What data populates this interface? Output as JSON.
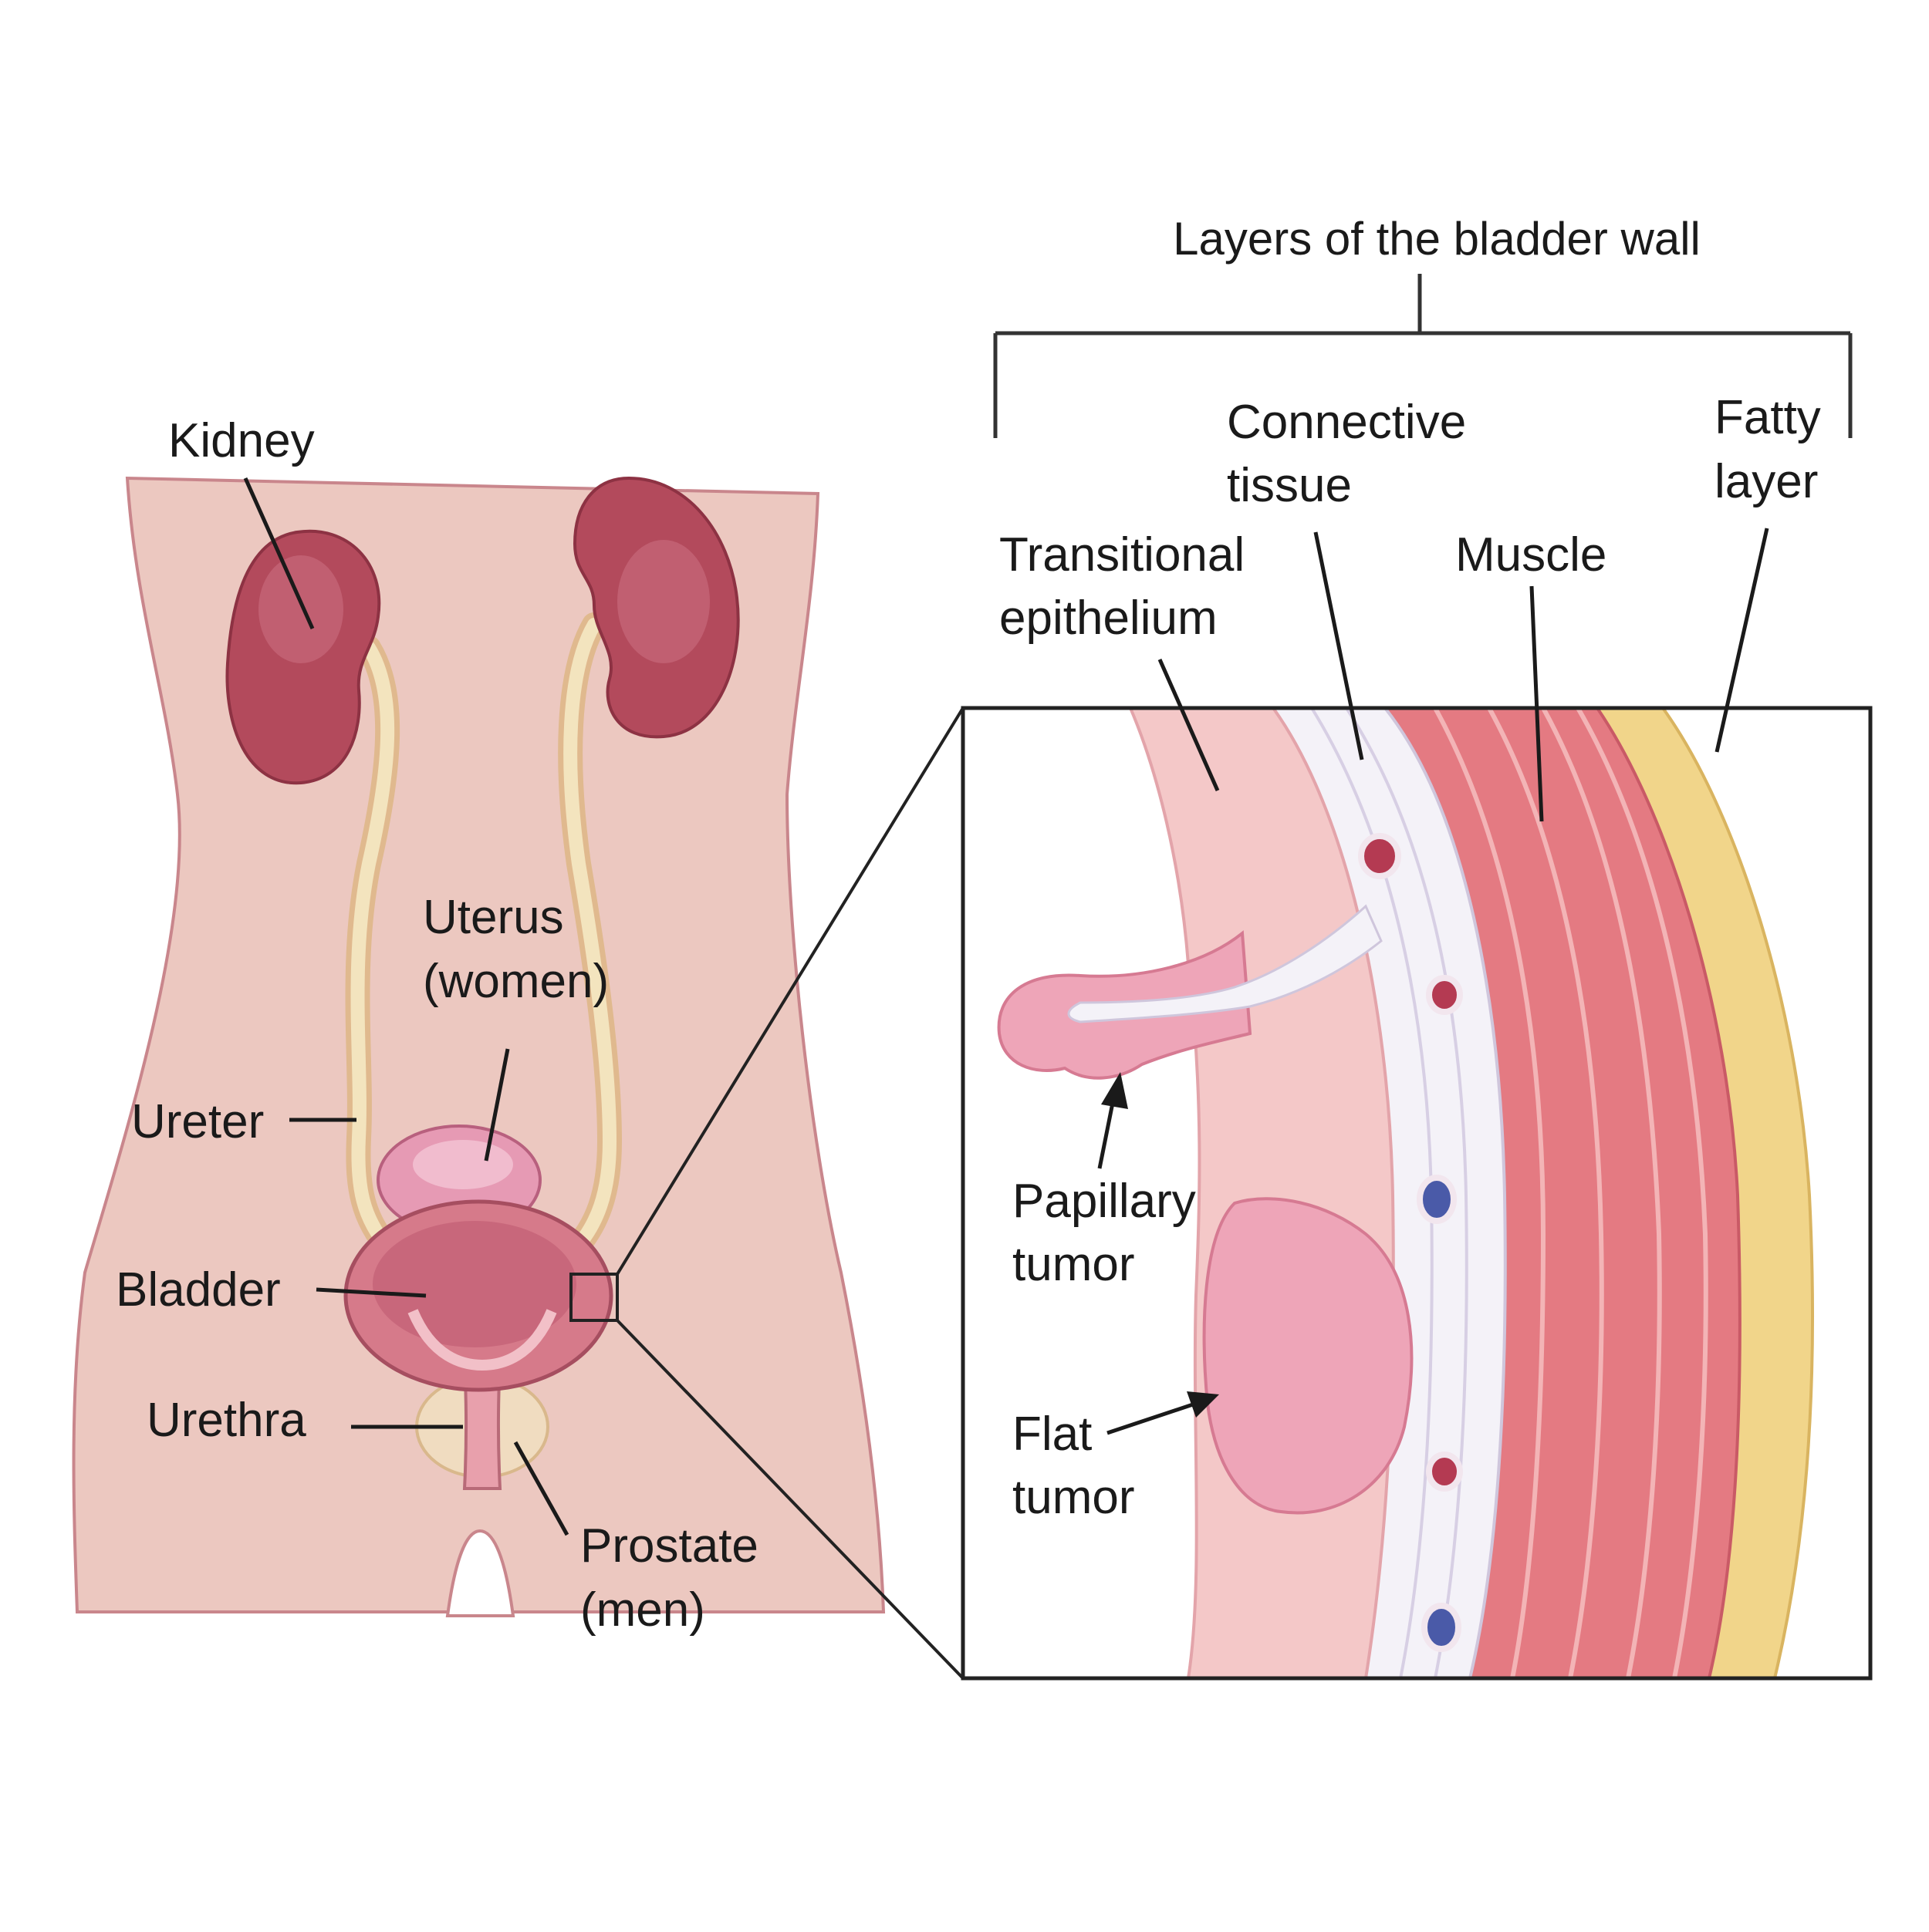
{
  "title": "Layers of the bladder wall",
  "labels": {
    "kidney": "Kidney",
    "uterus_1": "Uterus",
    "uterus_2": "(women)",
    "ureter": "Ureter",
    "bladder": "Bladder",
    "urethra": "Urethra",
    "prostate_1": "Prostate",
    "prostate_2": "(men)",
    "connective_1": "Connective",
    "connective_2": "tissue",
    "fatty_1": "Fatty",
    "fatty_2": "layer",
    "transitional_1": "Transitional",
    "transitional_2": "epithelium",
    "muscle": "Muscle",
    "papillary_1": "Papillary",
    "papillary_2": "tumor",
    "flat_1": "Flat",
    "flat_2": "tumor"
  },
  "colors": {
    "body": "#ecc8c0",
    "kidney": "#b34a5c",
    "ureter": "#f1e2b4",
    "bladder": "#d67a8a",
    "uterus": "#e69ab4",
    "prostate": "#f0dcc0",
    "epithelium": "#f4c8c8",
    "connective": "#f4f2f8",
    "muscle": "#e47a82",
    "fat": "#f1d58a",
    "tumor": "#eea5b8"
  }
}
